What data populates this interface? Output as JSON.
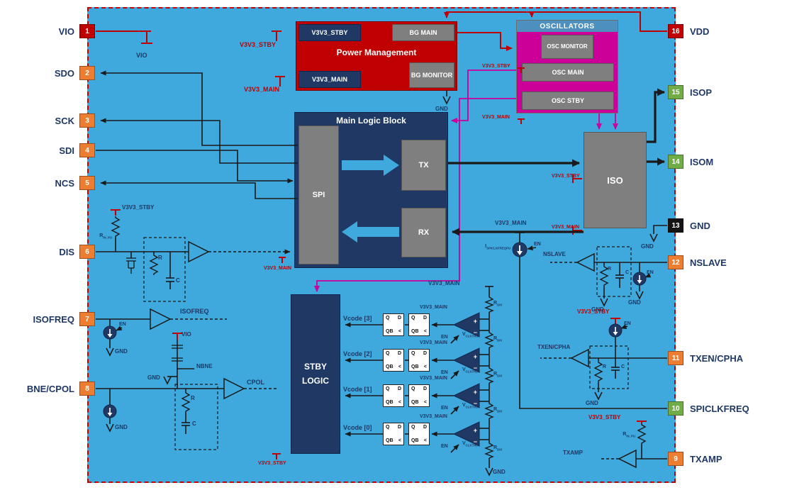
{
  "pins_left": [
    {
      "num": "1",
      "label": "VIO",
      "color": "#C00000"
    },
    {
      "num": "2",
      "label": "SDO",
      "color": "#ED7D31"
    },
    {
      "num": "3",
      "label": "SCK",
      "color": "#ED7D31"
    },
    {
      "num": "4",
      "label": "SDI",
      "color": "#ED7D31"
    },
    {
      "num": "5",
      "label": "NCS",
      "color": "#ED7D31"
    },
    {
      "num": "6",
      "label": "DIS",
      "color": "#ED7D31"
    },
    {
      "num": "7",
      "label": "ISOFREQ",
      "color": "#ED7D31"
    },
    {
      "num": "8",
      "label": "BNE/CPOL",
      "color": "#ED7D31"
    }
  ],
  "pins_right": [
    {
      "num": "16",
      "label": "VDD",
      "color": "#C00000"
    },
    {
      "num": "15",
      "label": "ISOP",
      "color": "#70AD47"
    },
    {
      "num": "14",
      "label": "ISOM",
      "color": "#70AD47"
    },
    {
      "num": "13",
      "label": "GND",
      "color": "#141414"
    },
    {
      "num": "12",
      "label": "NSLAVE",
      "color": "#ED7D31"
    },
    {
      "num": "11",
      "label": "TXEN/CPHA",
      "color": "#ED7D31"
    },
    {
      "num": "10",
      "label": "SPICLKFREQ",
      "color": "#70AD47"
    },
    {
      "num": "9",
      "label": "TXAMP",
      "color": "#ED7D31"
    }
  ],
  "blocks": {
    "power_management": {
      "title": "Power Management",
      "v3v3_stby": "V3V3_STBY",
      "v3v3_main": "V3V3_MAIN",
      "bg_main": "BG MAIN",
      "bg_monitor": "BG MONITOR"
    },
    "oscillators": {
      "title": "OSCILLATORS",
      "osc_monitor": "OSC MONITOR",
      "osc_main": "OSC MAIN",
      "osc_stby": "OSC STBY"
    },
    "main_logic": {
      "title": "Main Logic Block",
      "spi": "SPI",
      "tx": "TX",
      "rx": "RX"
    },
    "iso": {
      "title": "ISO"
    },
    "stby_logic": {
      "title": "STBY LOGIC"
    }
  },
  "labels": {
    "gnd": "GND",
    "en": "EN",
    "vio": "VIO",
    "v3v3_stby": "V3V3_STBY",
    "v3v3_main": "V3V3_MAIN",
    "isofreq": "ISOFREQ",
    "cpol": "CPOL",
    "nbne": "NBNE",
    "nslave": "NSLAVE",
    "txen_cpha": "TXEN/CPHA",
    "txamp": "TXAMP",
    "r": "R",
    "c": "C",
    "i": "I",
    "v": "V",
    "sub_in_pu": "IN_PU",
    "sub_div": "DIV",
    "sub_spiclkfreqpu": "SPICLKFREQPU",
    "sub_clkth": [
      "CLKTH3",
      "CLKTH2",
      "CLKTH1",
      "CLKTH0"
    ],
    "vcode": [
      "Vcode [3]",
      "Vcode [2]",
      "Vcode [1]",
      "Vcode [0]"
    ],
    "ff": {
      "d": "D",
      "q": "Q",
      "qb": "QB",
      "clk": "<"
    },
    "plus": "+",
    "minus": "−"
  },
  "colors": {
    "background_blue": "#3FA8DD",
    "border_red": "#C00000",
    "block_navy": "#1F3864",
    "block_gray": "#7F7F7F",
    "block_red": "#C00000",
    "block_magenta": "#CC0099",
    "pin_power": "#C00000",
    "pin_io_orange": "#ED7D31",
    "pin_green": "#70AD47",
    "pin_gnd_black": "#141414",
    "wire_black": "#1A1A1A",
    "wire_magenta": "#CC0099",
    "label_navy": "#1F3864"
  }
}
